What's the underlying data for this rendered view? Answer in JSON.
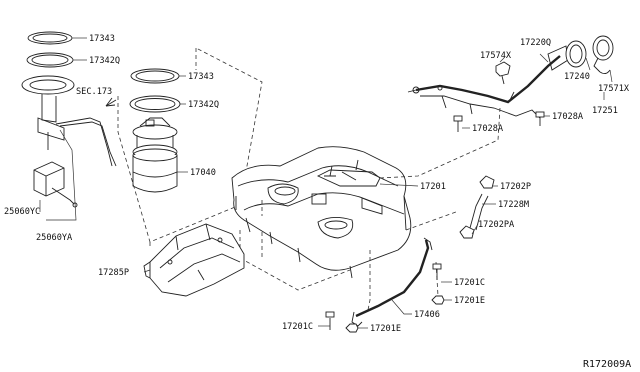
{
  "diagram_id": "R172009A",
  "labels": {
    "p17343_left": "17343",
    "p17342q_left": "17342Q",
    "sec173": "SEC.173",
    "p25060yc": "25060YC",
    "p25060ya": "25060YA",
    "p17343_center": "17343",
    "p17342q_center": "17342Q",
    "p17040": "17040",
    "p17285p": "17285P",
    "p17201": "17201",
    "p17202p": "17202P",
    "p17228m": "17228M",
    "p17202pa": "17202PA",
    "p17201c_right": "17201C",
    "p17201e_right": "17201E",
    "p17406": "17406",
    "p17201c_bottom": "17201C",
    "p17201e_bottom": "17201E",
    "p17574x": "17574X",
    "p17220q": "17220Q",
    "p17240": "17240",
    "p17571x": "17571X",
    "p17251": "17251",
    "p17028a_left": "17028A",
    "p17028a_right": "17028A"
  }
}
